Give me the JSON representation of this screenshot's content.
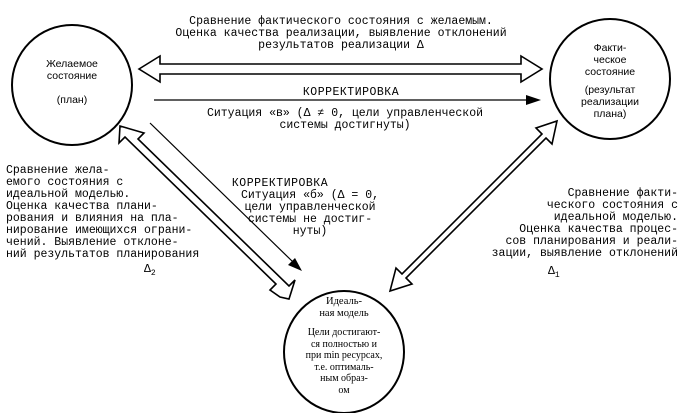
{
  "nodes": {
    "desired": {
      "title": "Желаемое\nсостояние",
      "sub": "(план)"
    },
    "actual": {
      "title": "Факти-\nческое\nсостояние",
      "sub": "(результат\nреализации\nплана)"
    },
    "ideal": {
      "title": "Идеаль-\nная модель",
      "desc": "Цели достигают-\nся полностью и\nпри min ресурсах,\nт.е. оптималь-\nным образ-\nом"
    }
  },
  "labels": {
    "top_compare": "Сравнение фактического состояния с желаемым.\nОценка качества реализации, выявление отклонений\nрезультатов реализации Δ",
    "top_correction": "КОРРЕКТИРОВКА",
    "top_situation": "Ситуация «в» (Δ ≠ 0, цели управленческой\nсистемы достигнуты)",
    "left_compare": "Сравнение жела-\nемого состояния с\nидеальной моделью.\nОценка качества плани-\nрования и влияния на пла-\nнирование имеющихся ограни-\nчений. Выявление отклоне-\nний результатов планирования",
    "left_delta": "Δ",
    "left_delta_sub": "2",
    "mid_correction": "КОРРЕКТИРОВКА",
    "mid_situation": "Ситуация «б» (Δ = 0,\nцели управленческой\nсистемы не достиг-\nнуты)",
    "right_compare": "Сравнение факти-\nческого состояния с\nидеальной моделью.\nОценка качества процес-\nсов планирования и реали-\nзации, выявление отклонений",
    "right_delta": "Δ",
    "right_delta_sub": "1"
  }
}
